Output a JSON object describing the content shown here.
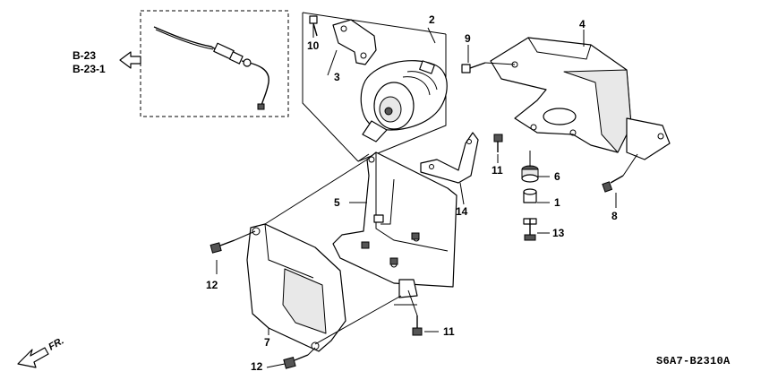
{
  "labels": {
    "ref_b23": "B-23",
    "ref_b231": "B-23-1",
    "direction": "FR.",
    "diagram_code": "S6A7-B2310A",
    "p1": "1",
    "p2": "2",
    "p3": "3",
    "p4": "4",
    "p5": "5",
    "p6": "6",
    "p7": "7",
    "p8": "8",
    "p9": "9",
    "p10": "10",
    "p11a": "11",
    "p11b": "11",
    "p12a": "12",
    "p12b": "12",
    "p13": "13",
    "p14": "14"
  }
}
